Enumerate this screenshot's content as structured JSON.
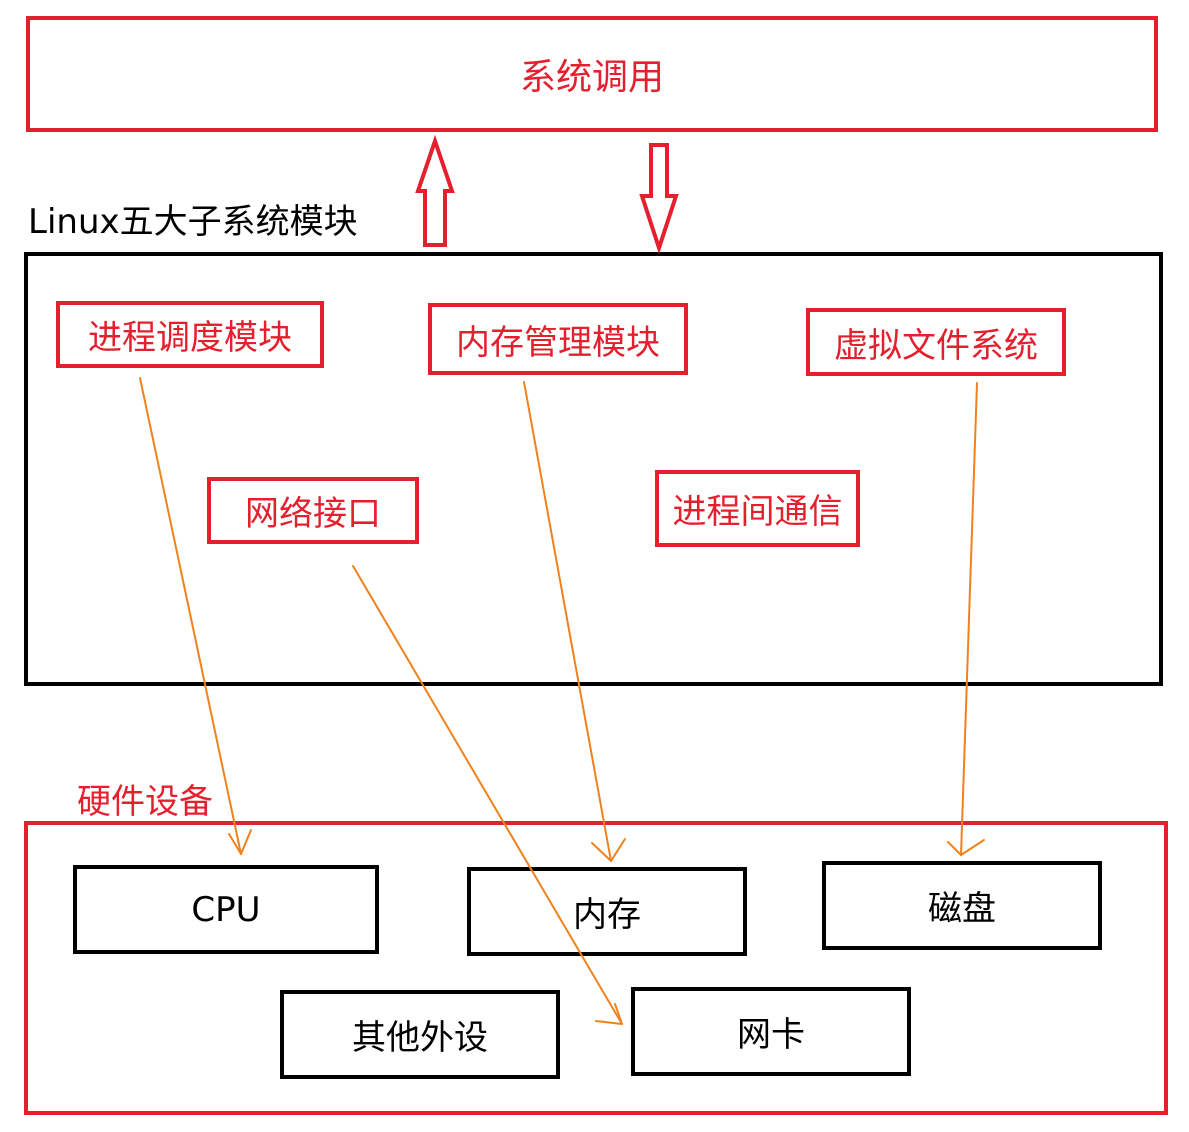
{
  "colors": {
    "red": "#e5202e",
    "black": "#000000",
    "orange": "#f0821e"
  },
  "syscall": {
    "label": "系统调用"
  },
  "kernel": {
    "title": "Linux五大子系统模块",
    "modules": {
      "scheduler": "进程调度模块",
      "memory": "内存管理模块",
      "vfs": "虚拟文件系统",
      "network": "网络接口",
      "ipc": "进程间通信"
    }
  },
  "hardware": {
    "title": "硬件设备",
    "devices": {
      "cpu": "CPU",
      "memory": "内存",
      "disk": "磁盘",
      "peripherals": "其他外设",
      "nic": "网卡"
    }
  }
}
